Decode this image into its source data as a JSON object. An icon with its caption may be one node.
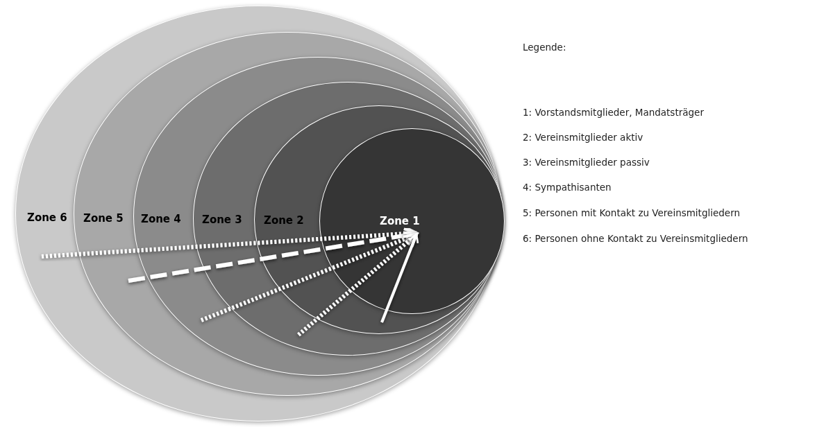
{
  "diagram": {
    "nodes": [
      {
        "text": [
          "Zone 6"
        ]
      },
      {
        "text": [
          "Zone 5"
        ],
        "in": 0
      },
      {
        "text": [
          "Zone 4"
        ],
        "in": 1
      },
      {
        "text": [
          "Zone 3"
        ],
        "in": 2
      },
      {
        "text": [
          "Zone 2"
        ],
        "in": 3
      },
      {
        "text": [
          "Zone 1"
        ],
        "in": 4
      }
    ],
    "edges": [
      {
        "from": null,
        "to": 5,
        "arrow": "to",
        "style": "dashed"
      },
      {
        "from": null,
        "to": 5,
        "arrow": "to",
        "style": "dashed"
      },
      {
        "from": null,
        "to": 5,
        "arrow": "to",
        "style": "dashed"
      },
      {
        "from": null,
        "to": 5,
        "arrow": "to",
        "style": "dashed"
      },
      {
        "from": null,
        "to": 5,
        "arrow": "to"
      }
    ],
    "labels": [
      "Legende:",
      "1: Vorstandsmitglieder, Mandatsträger",
      "2: Vereinsmitglieder aktiv",
      "3: Vereinsmitglieder passiv",
      "4: Sympathisanten",
      "5: Personen mit Kontakt zu Vereinsmitgliedern",
      "6: Personen ohne Kontakt zu Vereinsmitgliedern"
    ]
  }
}
